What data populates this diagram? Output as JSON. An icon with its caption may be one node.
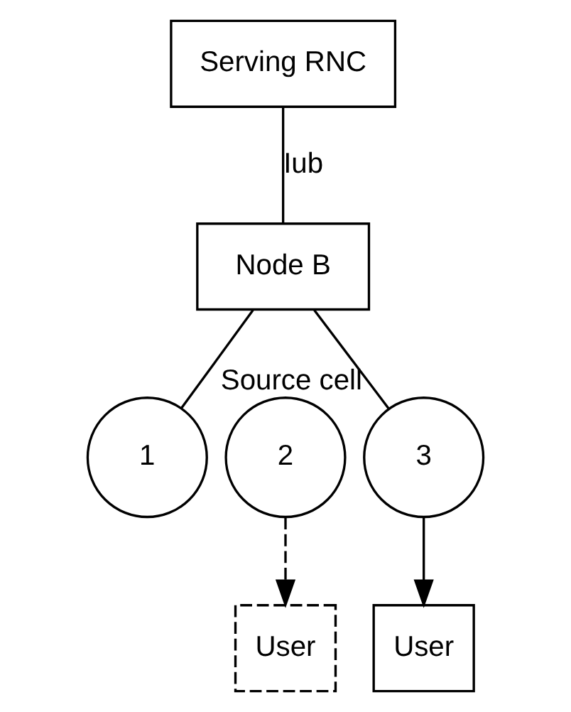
{
  "diagram": {
    "nodes": [
      {
        "text": [
          "Serving RNC"
        ]
      },
      {
        "text": [
          "Node B"
        ]
      },
      {
        "text": [
          "1"
        ]
      },
      {
        "text": [
          "2"
        ]
      },
      {
        "text": [
          "3"
        ],
        "beside": [
          "Source cell"
        ]
      },
      {
        "text": [
          "User"
        ]
      },
      {
        "text": [
          "User"
        ]
      }
    ],
    "edges": [
      {
        "from": 0,
        "to": 1,
        "arrow": "none",
        "label": "Iub"
      },
      {
        "from": 1,
        "to": 2,
        "arrow": "none"
      },
      {
        "from": 1,
        "to": 4,
        "arrow": "none"
      },
      {
        "from": 3,
        "to": 5,
        "arrow": "to",
        "style": "dashed"
      },
      {
        "from": 4,
        "to": 6,
        "arrow": "to"
      }
    ]
  }
}
